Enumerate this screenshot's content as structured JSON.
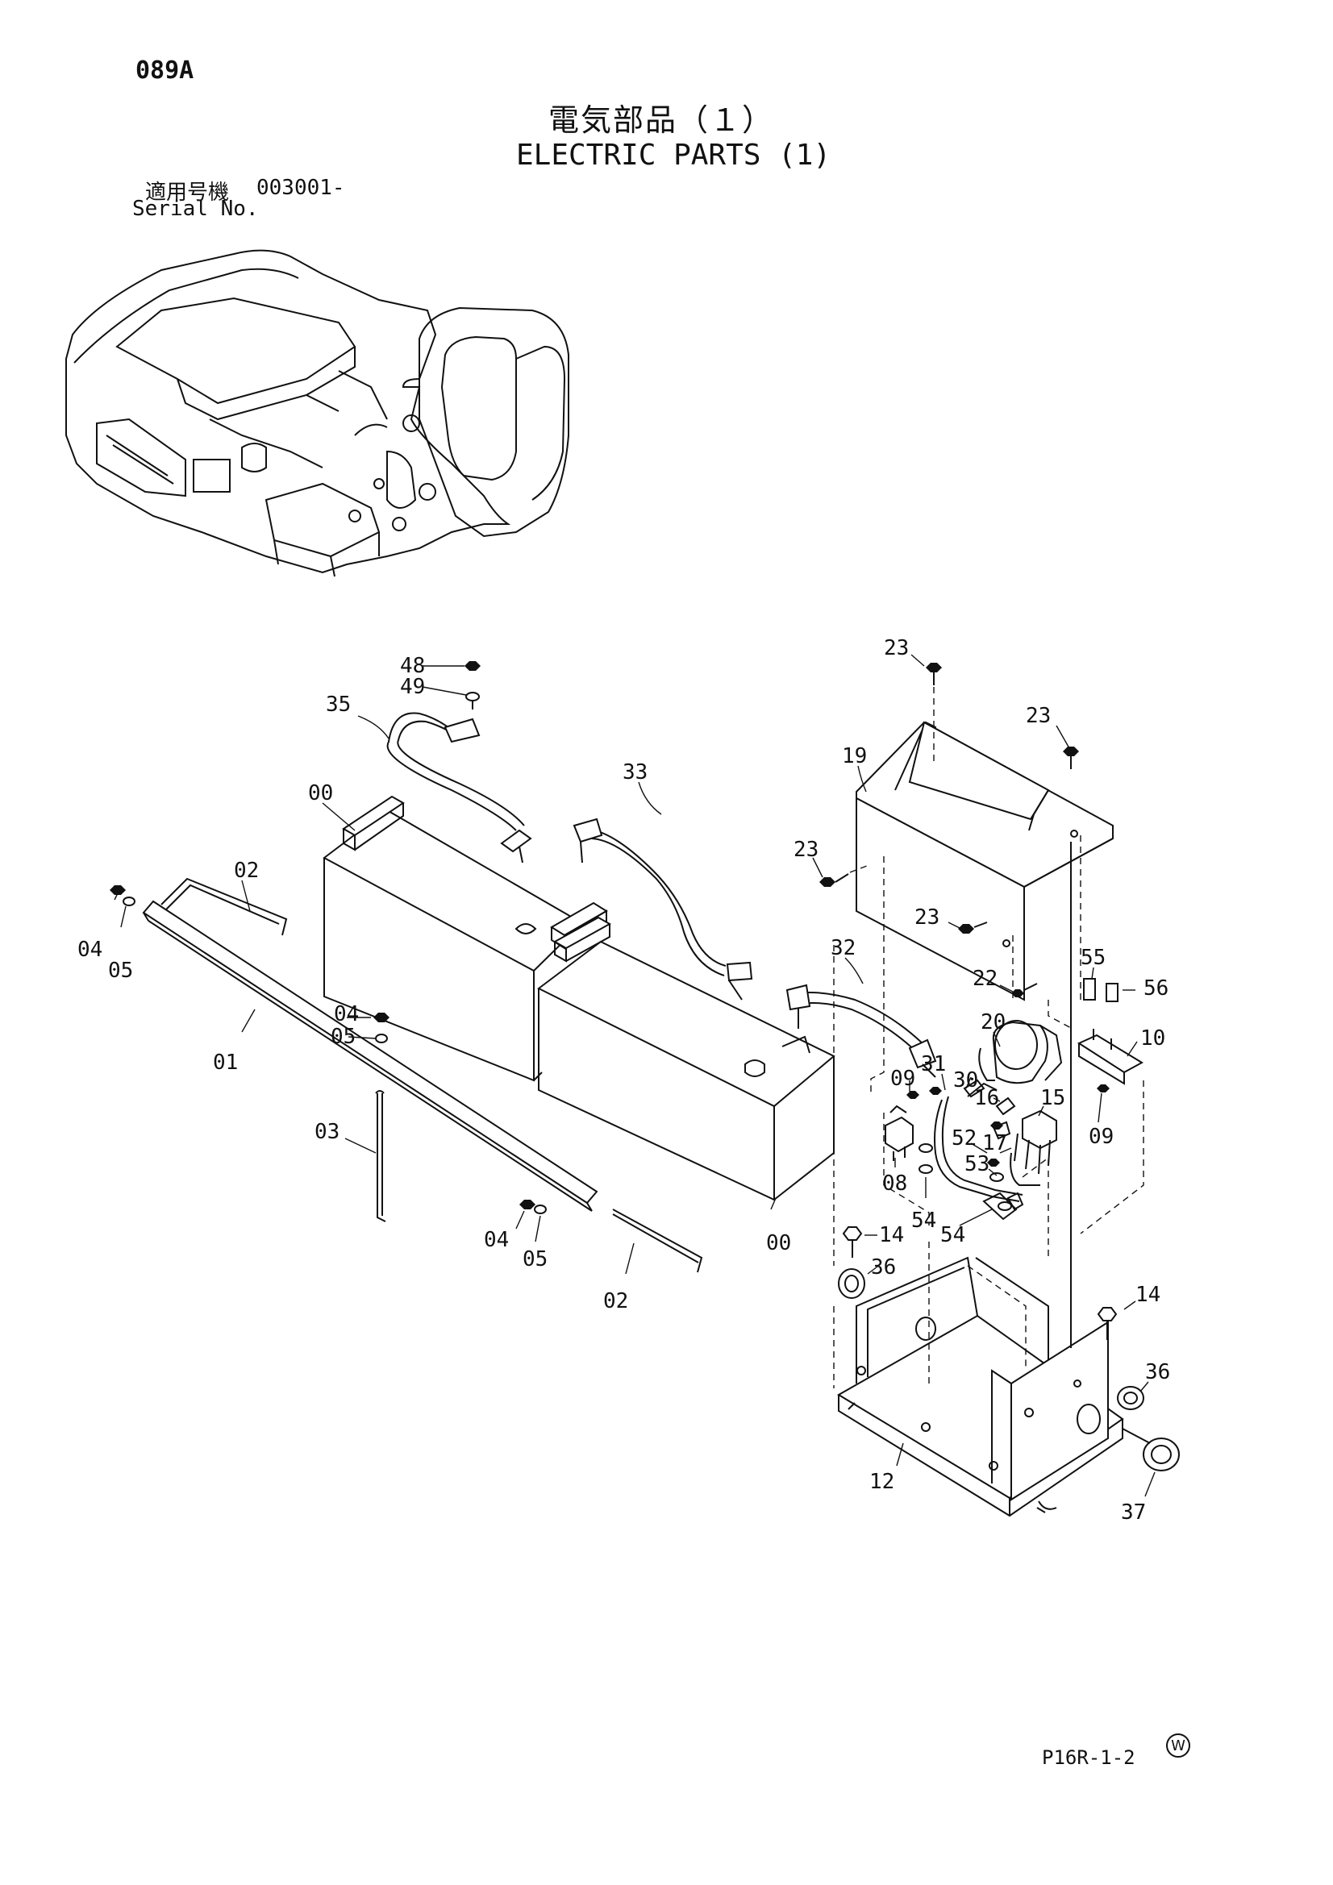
{
  "header": {
    "page_code": "089A",
    "title_jp": "電気部品（１）",
    "title_en": "ELECTRIC PARTS (1)",
    "serial_jp_label": "適用号機",
    "serial_value": "003001-",
    "serial_en_label": "Serial No."
  },
  "footer": {
    "drawing_code": "P16R-1-2",
    "w_mark": "W"
  },
  "callouts": {
    "c48": "48",
    "c49": "49",
    "c35": "35",
    "c33": "33",
    "c00a": "00",
    "c02a": "02",
    "c04a": "04",
    "c05a": "05",
    "c01": "01",
    "c04b": "04",
    "c05b": "05",
    "c03": "03",
    "c04c": "04",
    "c05c": "05",
    "c02b": "02",
    "c00b": "00",
    "c32": "32",
    "c23a": "23",
    "c23b": "23",
    "c19": "19",
    "c23c": "23",
    "c23d": "23",
    "c22": "22",
    "c55": "55",
    "c56": "56",
    "c20": "20",
    "c10": "10",
    "c31": "31",
    "c30": "30",
    "c09a": "09",
    "c16": "16",
    "c15": "15",
    "c52": "52",
    "c17": "17",
    "c09b": "09",
    "c53": "53",
    "c08": "08",
    "c54a": "54",
    "c54b": "54",
    "c14a": "14",
    "c36a": "36",
    "c14b": "14",
    "c36b": "36",
    "c12": "12",
    "c37": "37"
  }
}
